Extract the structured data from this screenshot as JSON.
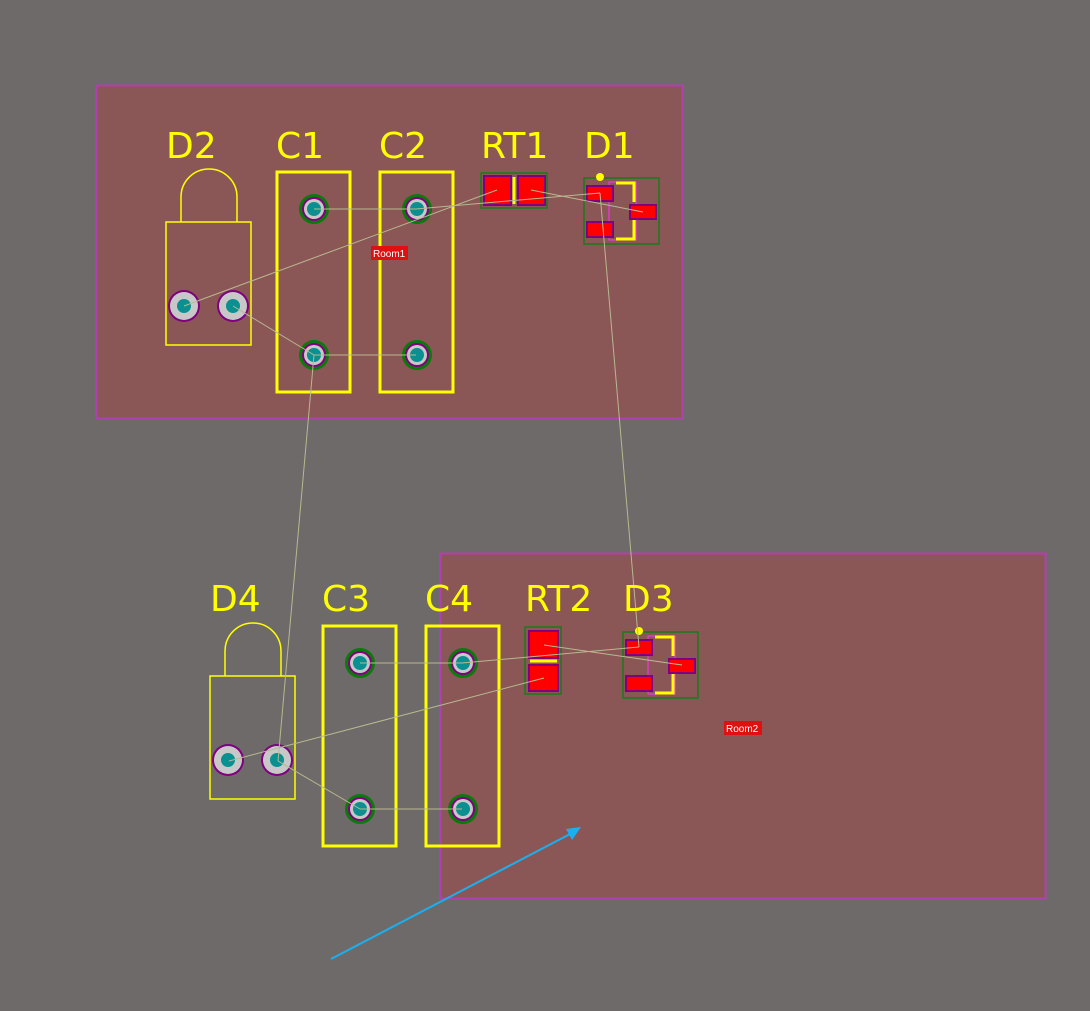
{
  "colors": {
    "background": "#6e6a69",
    "room_fill": "#8b5656",
    "room_border": "#b040b0",
    "silkscreen": "#ffff00",
    "pad_smd": "#ff0000",
    "pad_hole": "#0a9090",
    "ratsnest": "#b8b890",
    "arrow": "#1ab0f0"
  },
  "rooms": [
    {
      "name": "Room1"
    },
    {
      "name": "Room2"
    }
  ],
  "designators": {
    "D2": "D2",
    "C1": "C1",
    "C2": "C2",
    "RT1": "RT1",
    "D1": "D1",
    "D4": "D4",
    "C3": "C3",
    "C4": "C4",
    "RT2": "RT2",
    "D3": "D3"
  }
}
